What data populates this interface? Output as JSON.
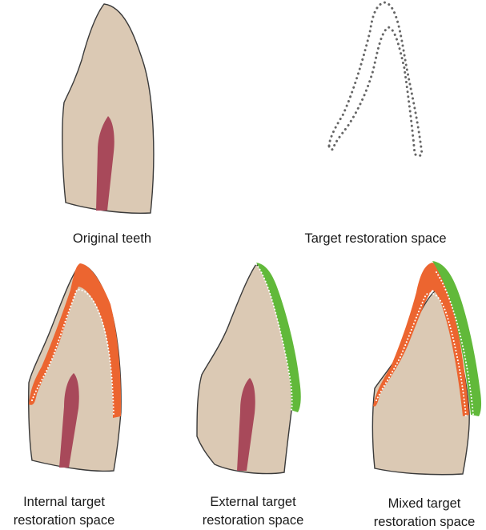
{
  "labels": {
    "original": "Original teeth",
    "target": "Target restoration space",
    "internal_line1": "Internal target",
    "internal_line2": "restoration space",
    "external_line1": "External target",
    "external_line2": "restoration space",
    "mixed_line1": "Mixed target",
    "mixed_line2": "restoration space"
  },
  "colors": {
    "tooth": "#dbc9b4",
    "tooth_outline": "#3a3a3a",
    "pulp": "#a8495a",
    "internal_space": "#ec6530",
    "external_space": "#61b93a",
    "dotted_outline": "#666666",
    "boundary_dots": "#ffffff"
  }
}
